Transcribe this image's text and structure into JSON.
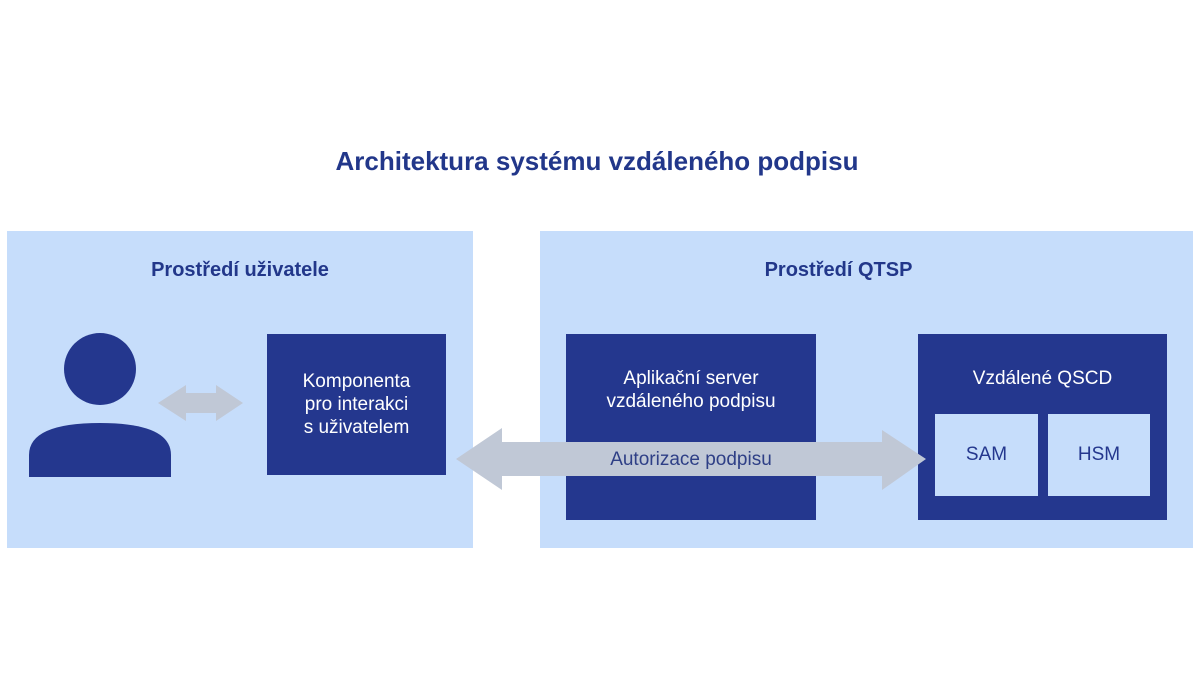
{
  "title": "Architektura systému vzdáleného podpisu",
  "user_env": {
    "title": "Prostředí uživatele",
    "component": [
      "Komponenta",
      "pro interakci",
      "s uživatelem"
    ]
  },
  "qtsp_env": {
    "title": "Prostředí QTSP",
    "server": [
      "Aplikační server",
      "vzdáleného podpisu"
    ],
    "qscd": {
      "title": "Vzdálené QSCD",
      "sam": "SAM",
      "hsm": "HSM"
    }
  },
  "arrow_label": "Autorizace podpisu",
  "colors": {
    "panel": "#c6ddfb",
    "dark": "#24378e",
    "arrow": "#c0c8d6"
  }
}
